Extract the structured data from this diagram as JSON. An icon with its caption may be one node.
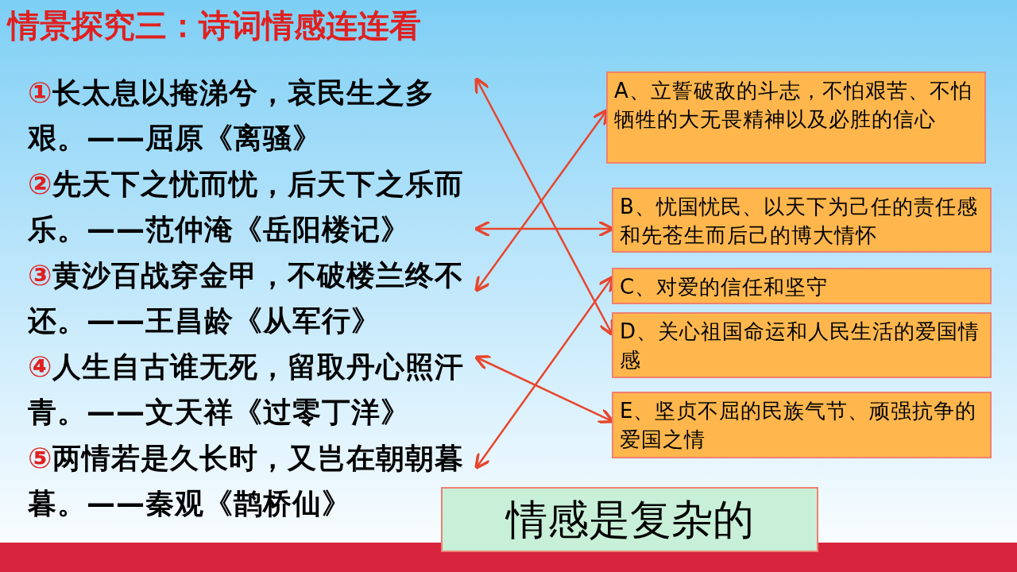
{
  "diagram": {
    "title": "情景探究三：诗词情感连连看",
    "nodes": [
      {
        "text": [
          "①",
          "长太息以掩涕兮，哀民生之多艰。——屈原《离骚》"
        ]
      },
      {
        "text": [
          "②",
          "先天下之忧而忧，后天下之乐而乐。——范仲淹《岳阳楼记》"
        ]
      },
      {
        "text": [
          "③",
          "黄沙百战穿金甲，不破楼兰终不还。——王昌龄《从军行》"
        ]
      },
      {
        "text": [
          "④",
          "人生自古谁无死，留取丹心照汗青。——文天祥《过零丁洋》"
        ]
      },
      {
        "text": [
          "⑤",
          "两情若是久长时，又岂在朝朝暮暮。——秦观《鹊桥仙》"
        ]
      },
      {
        "text": [
          "A、立誓破敌的斗志，不怕艰苦、不怕牺牲的大无畏精神以及必胜的信心"
        ]
      },
      {
        "text": [
          "B、忧国忧民、以天下为己任的责任感和先苍生而后己的博大情怀"
        ]
      },
      {
        "text": [
          "C、对爱的信任和坚守"
        ]
      },
      {
        "text": [
          "D、关心祖国命运和人民生活的爱国情感"
        ]
      },
      {
        "text": [
          "E、坚贞不屈的民族气节、顽强抗争的爱国之情"
        ]
      },
      {
        "text": [
          "情感是复杂的"
        ]
      }
    ],
    "edges": [
      {
        "from": 0,
        "to": 8,
        "arrow": "both"
      },
      {
        "from": 1,
        "to": 6,
        "arrow": "both"
      },
      {
        "from": 2,
        "to": 5,
        "arrow": "both"
      },
      {
        "from": 3,
        "to": 9,
        "arrow": "both"
      },
      {
        "from": 4,
        "to": 7,
        "arrow": "both"
      }
    ]
  }
}
